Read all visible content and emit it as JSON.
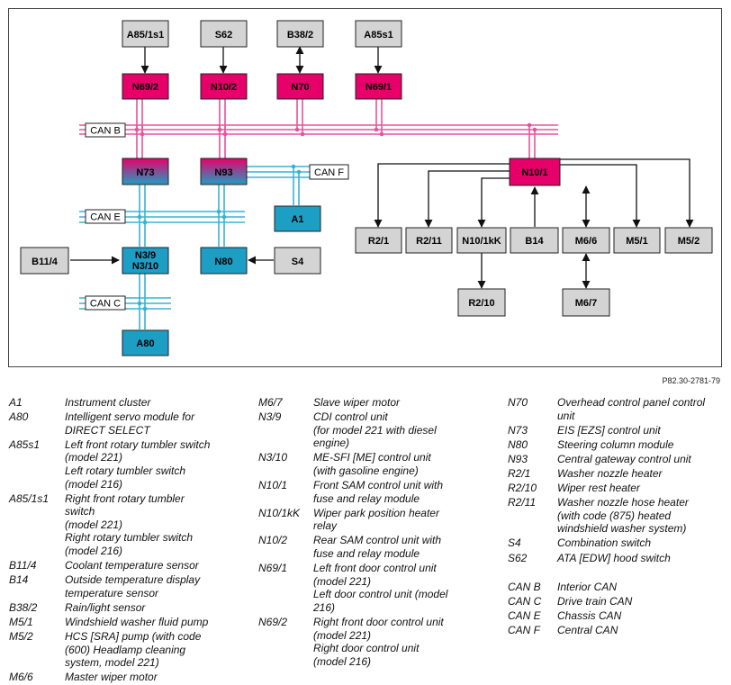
{
  "diagram": {
    "nodes": {
      "a85_1s1": "A85/1s1",
      "s62": "S62",
      "b38_2": "B38/2",
      "a85s1": "A85s1",
      "n69_2": "N69/2",
      "n10_2": "N10/2",
      "n70": "N70",
      "n69_1": "N69/1",
      "n73": "N73",
      "n93": "N93",
      "a1": "A1",
      "n10_1": "N10/1",
      "b11_4": "B11/4",
      "n3_9": "N3/9",
      "n3_10": "N3/10",
      "n80": "N80",
      "s4": "S4",
      "a80": "A80",
      "r2_1": "R2/1",
      "r2_11": "R2/11",
      "n10_1kk": "N10/1kK",
      "b14": "B14",
      "m6_6": "M6/6",
      "m5_1": "M5/1",
      "m5_2": "M5/2",
      "r2_10": "R2/10",
      "m6_7": "M6/7"
    },
    "buses": {
      "can_b": "CAN B",
      "can_f": "CAN F",
      "can_e": "CAN E",
      "can_c": "CAN C"
    },
    "colors": {
      "red": "#e8006a",
      "cyan": "#1d9ec4",
      "gray": "#d4d4d4",
      "pink_line": "#e8529a",
      "cyan_line": "#38b2d2"
    }
  },
  "reference": "P82.30-2781-79",
  "legend": {
    "col1": [
      {
        "code": "A1",
        "lines": [
          "Instrument cluster"
        ]
      },
      {
        "code": "A80",
        "lines": [
          "Intelligent servo module for",
          "DIRECT SELECT"
        ]
      },
      {
        "code": "A85s1",
        "lines": [
          "Left front rotary tumbler switch",
          "(model 221)",
          "Left rotary tumbler switch",
          "(model 216)"
        ]
      },
      {
        "code": "A85/1s1",
        "lines": [
          "Right front rotary tumbler",
          "switch",
          "(model 221)",
          "Right rotary tumbler switch",
          "(model 216)"
        ]
      },
      {
        "code": "B11/4",
        "lines": [
          "Coolant temperature sensor"
        ]
      },
      {
        "code": "B14",
        "lines": [
          "Outside temperature display",
          "temperature sensor"
        ]
      },
      {
        "code": "B38/2",
        "lines": [
          "Rain/light sensor"
        ]
      },
      {
        "code": "M5/1",
        "lines": [
          "Windshield washer fluid pump"
        ]
      },
      {
        "code": "M5/2",
        "lines": [
          "HCS [SRA] pump (with code",
          "(600) Headlamp cleaning",
          "system, model 221)"
        ]
      },
      {
        "code": "M6/6",
        "lines": [
          "Master wiper motor"
        ]
      }
    ],
    "col2": [
      {
        "code": "M6/7",
        "lines": [
          "Slave wiper motor"
        ]
      },
      {
        "code": "N3/9",
        "lines": [
          "CDI control unit",
          "(for model 221 with diesel",
          "engine)"
        ]
      },
      {
        "code": "N3/10",
        "lines": [
          "ME-SFI [ME] control unit",
          "(with gasoline engine)"
        ]
      },
      {
        "code": "N10/1",
        "lines": [
          "Front SAM control unit with",
          "fuse and relay module"
        ]
      },
      {
        "code": "N10/1kK",
        "lines": [
          "Wiper park position heater",
          "relay"
        ]
      },
      {
        "code": "N10/2",
        "lines": [
          "Rear SAM control unit with",
          "fuse and relay module"
        ]
      },
      {
        "code": "N69/1",
        "lines": [
          "Left front door control unit",
          "(model 221)",
          "Left door control unit (model",
          "216)"
        ]
      },
      {
        "code": "N69/2",
        "lines": [
          "Right front door control unit",
          "(model 221)",
          "Right door control unit",
          "(model 216)"
        ]
      }
    ],
    "col3": [
      {
        "code": "N70",
        "lines": [
          "Overhead control panel control",
          "unit"
        ]
      },
      {
        "code": "N73",
        "lines": [
          "EIS [EZS] control unit"
        ]
      },
      {
        "code": "N80",
        "lines": [
          "Steering column module"
        ]
      },
      {
        "code": "N93",
        "lines": [
          "Central gateway control unit"
        ]
      },
      {
        "code": "R2/1",
        "lines": [
          "Washer nozzle heater"
        ]
      },
      {
        "code": "R2/10",
        "lines": [
          "Wiper rest heater"
        ]
      },
      {
        "code": "R2/11",
        "lines": [
          "Washer nozzle hose heater",
          "(with code (875) heated",
          "windshield washer system)"
        ]
      },
      {
        "code": "S4",
        "lines": [
          "Combination switch"
        ]
      },
      {
        "code": "S62",
        "lines": [
          "ATA [EDW] hood switch"
        ]
      }
    ],
    "col3_can": [
      {
        "code": "CAN B",
        "lines": [
          "Interior CAN"
        ]
      },
      {
        "code": "CAN C",
        "lines": [
          "Drive train CAN"
        ]
      },
      {
        "code": "CAN E",
        "lines": [
          "Chassis CAN"
        ]
      },
      {
        "code": "CAN F",
        "lines": [
          "Central CAN"
        ]
      }
    ]
  }
}
